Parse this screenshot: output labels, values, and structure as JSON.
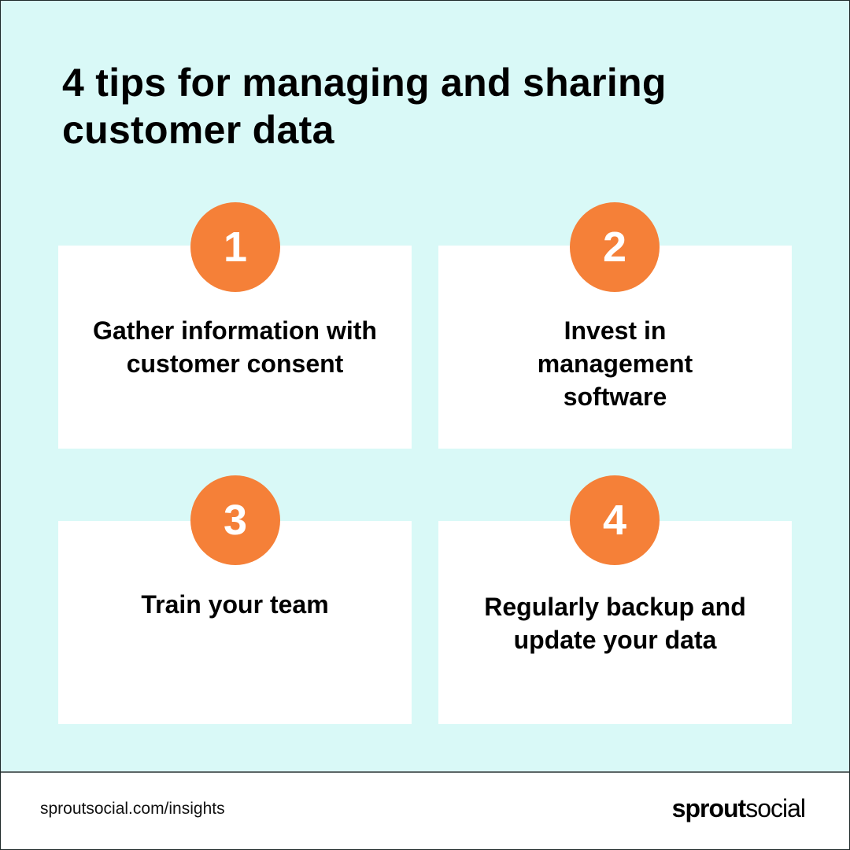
{
  "title": "4 tips for managing and sharing customer data",
  "tips": [
    {
      "number": "1",
      "text": "Gather information with customer consent"
    },
    {
      "number": "2",
      "text": "Invest in management software"
    },
    {
      "number": "3",
      "text": "Train your team"
    },
    {
      "number": "4",
      "text": "Regularly backup and update your data"
    }
  ],
  "footer": {
    "url": "sproutsocial.com/insights",
    "logo_bold": "sprout",
    "logo_light": "social"
  },
  "colors": {
    "background": "#d9f9f7",
    "accent": "#f58038"
  }
}
